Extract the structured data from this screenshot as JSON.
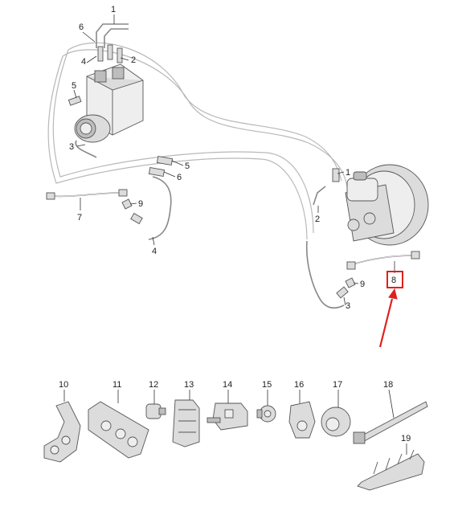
{
  "labels": {
    "abs_pipe_top": "1",
    "abs_nut_right": "2",
    "abs_pipe_left": "3",
    "abs_nut_left": "4",
    "abs_bolt": "5",
    "abs_nut_top": "6",
    "bolt_mid": "5",
    "nut_mid": "6",
    "hose_left": "7",
    "clip_left": "9",
    "pipe_left_bottom": "4",
    "booster_pipe_1": "1",
    "booster_pipe_2": "2",
    "hose_right": "8",
    "clip_right": "9",
    "pipe_right_bottom": "3",
    "p10": "10",
    "p11": "11",
    "p12": "12",
    "p13": "13",
    "p14": "14",
    "p15": "15",
    "p16": "16",
    "p17": "17",
    "p18": "18",
    "p19": "19"
  },
  "highlight": {
    "part": "8",
    "color": "#e02020"
  }
}
